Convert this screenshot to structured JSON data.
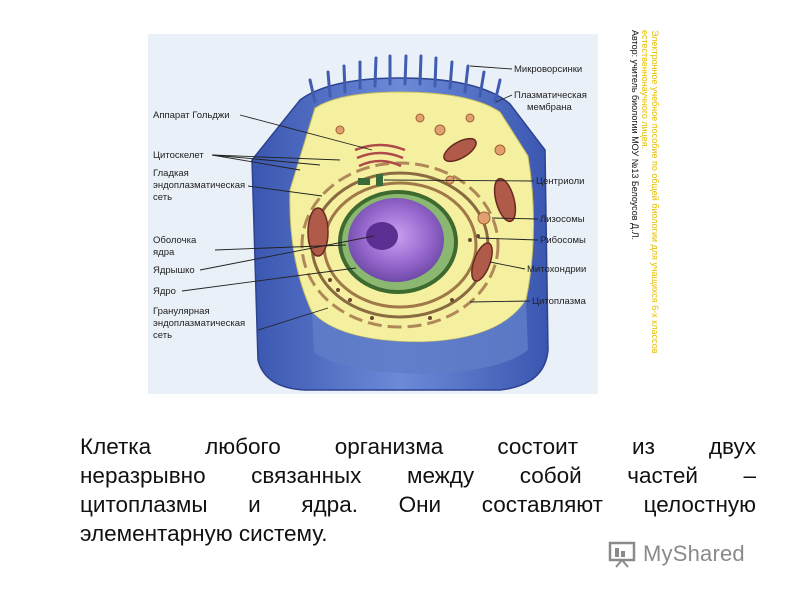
{
  "diagram": {
    "labels_left": [
      "Аппарат Гольджи",
      "Цитоскелет",
      "Гладкая",
      "эндоплазматическая",
      "сеть",
      "Оболочка",
      "ядра",
      "Ядрышко",
      "Ядро",
      "Гранулярная",
      "эндоплазматическая",
      "сеть"
    ],
    "labels_right": [
      "Микроворсинки",
      "Плазматическая",
      "мембрана",
      "Центриоли",
      "Лизосомы",
      "Рибосомы",
      "Митохондрии",
      "Цитоплазма"
    ]
  },
  "credit": {
    "line1": "Электронное учебное пособие по общей биологии для учащихся 6-х классов",
    "line2": "естественнонаучного лицея.",
    "line3": "Автор: учитель биологии МОУ №13 Белоусов Д.Л."
  },
  "caption": {
    "lines": [
      "Клетка любого организма состоит из двух",
      "неразрывно связанных между собой частей –",
      "цитоплазмы и ядра. Они составляют целостную",
      "элементарную систему."
    ]
  },
  "brand": {
    "text": "MyShared"
  },
  "colors": {
    "outer_membrane": "#4f6fc0",
    "cytoplasm": "#f4f0a0",
    "nucleus": "#9a6ad0",
    "mitochondria": "#b05a4a",
    "lysosome": "#e0a070"
  }
}
